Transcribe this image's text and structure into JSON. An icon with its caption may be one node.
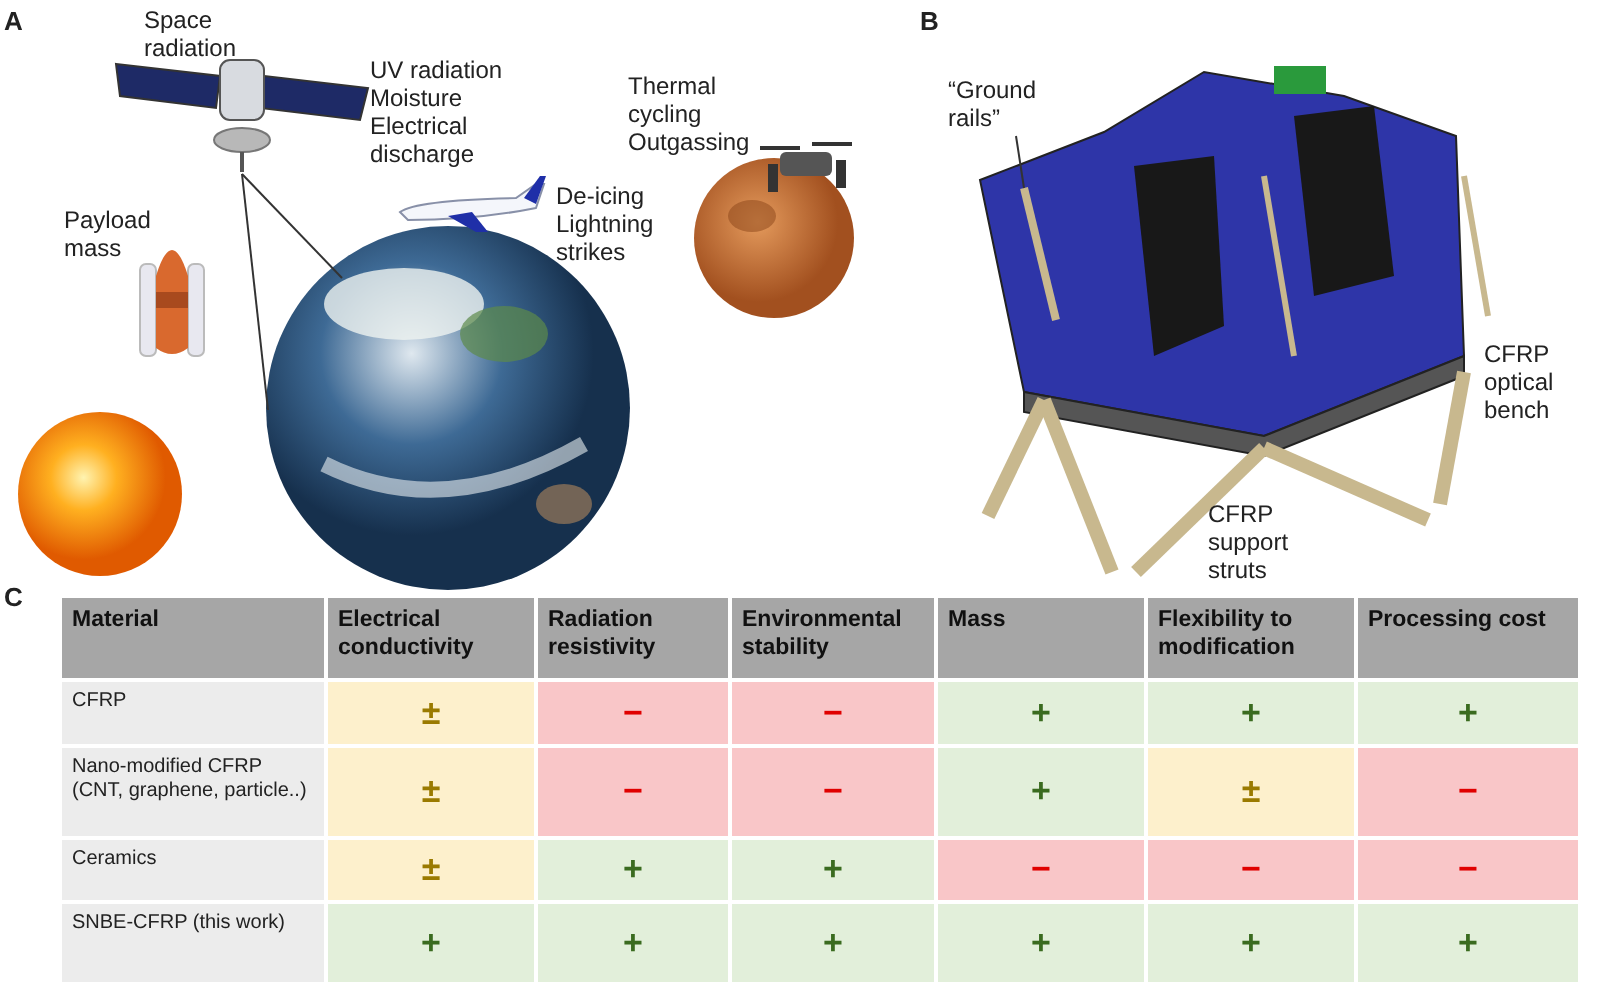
{
  "diagram": {
    "nodes": [
      {
        "text": [],
        "shape": "picture"
      },
      {
        "text": [],
        "shape": "picture"
      },
      {
        "text": [
          "“Ground rails”"
        ]
      },
      {
        "text": [],
        "shape": "bar"
      }
    ],
    "edges": [
      {
        "from": 0,
        "to": 1,
        "arrow": "none"
      },
      {
        "from": 0,
        "to": 1,
        "arrow": "none"
      },
      {
        "from": 2,
        "to": 3,
        "arrow": "none"
      }
    ],
    "labels": [
      "A",
      "Space radiation",
      "UV radiation Moisture Electrical discharge",
      "Payload mass",
      "De-icing Lightning strikes",
      "Thermal cycling Outgassing",
      "B",
      "CFRP optical bench",
      "CFRP support struts",
      "C",
      "Material",
      "Electrical conductivity",
      "Radiation resistivity",
      "Environmental stability",
      "Mass",
      "Flexibility to modification",
      "Processing cost",
      "CFRP",
      "±",
      "−",
      "−",
      "+",
      "+",
      "+",
      "Nano-modified CFRP (CNT, graphene, particle..)",
      "±",
      "−",
      "−",
      "+",
      "±",
      "−",
      "Ceramics",
      "±",
      "+",
      "+",
      "−",
      "−",
      "−",
      "SNBE-CFRP (this work)",
      "+",
      "+",
      "+",
      "+",
      "+",
      "+"
    ]
  }
}
